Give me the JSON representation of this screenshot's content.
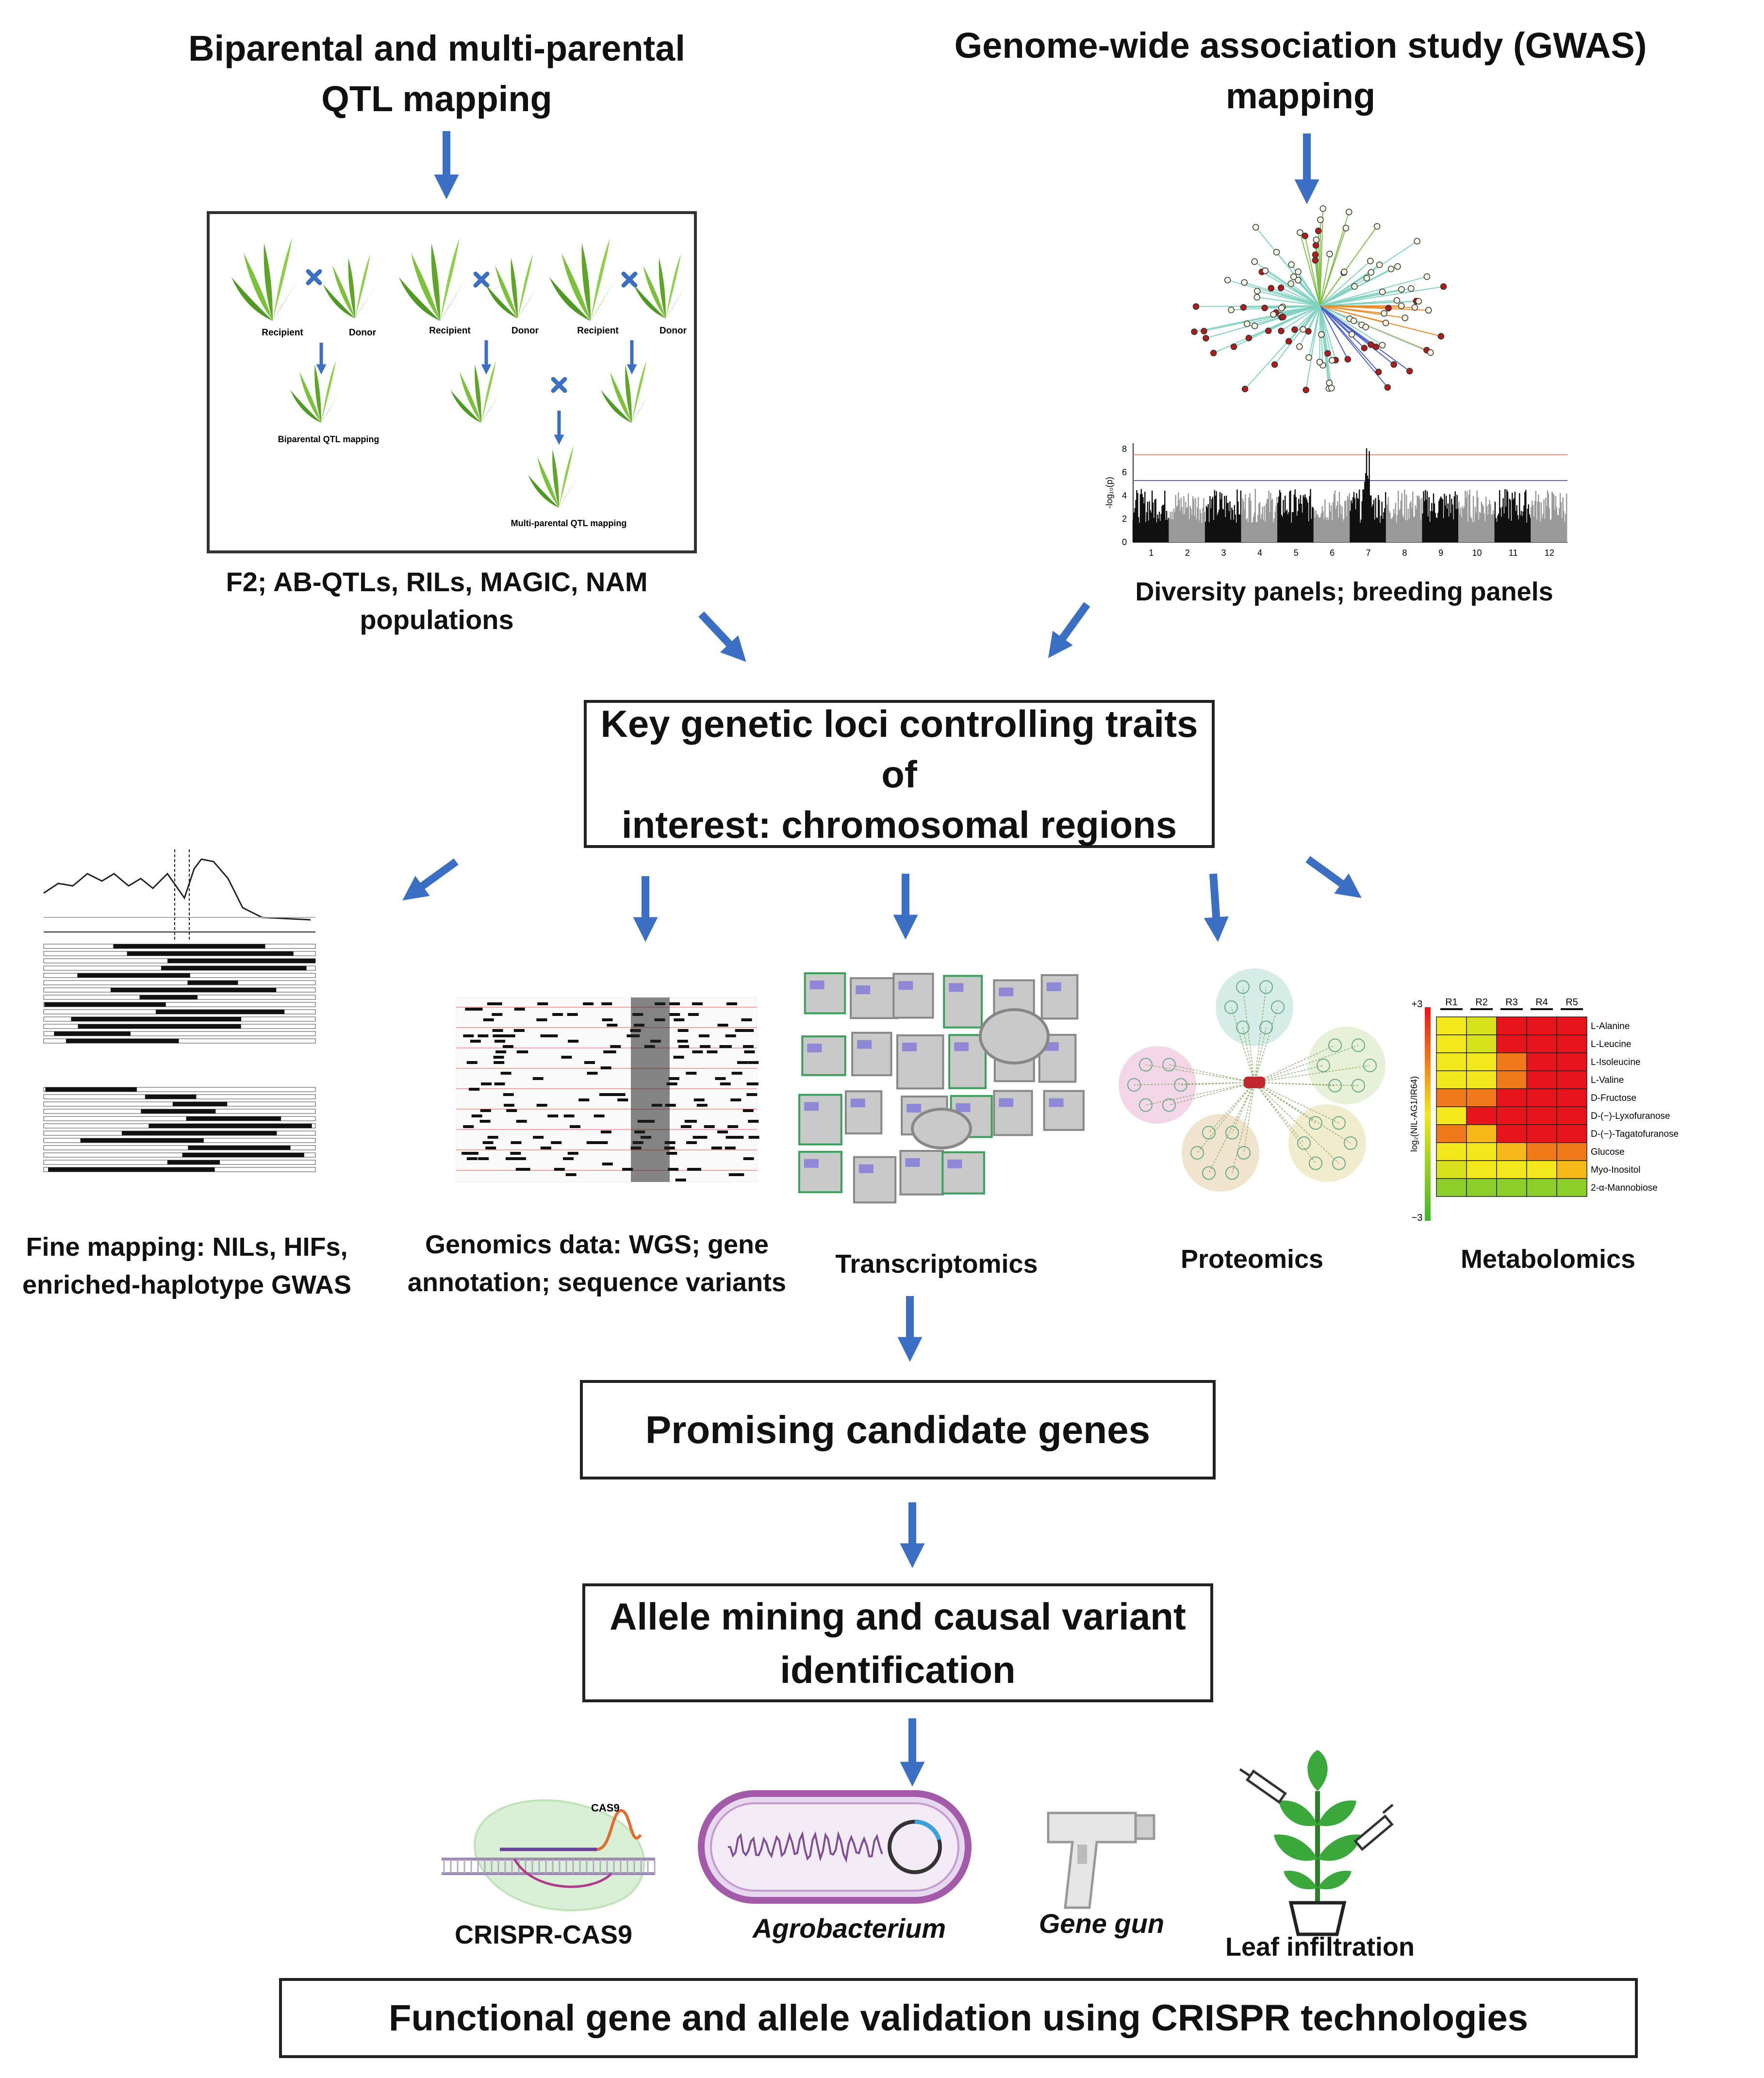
{
  "headers": {
    "qtl_line1": "Biparental and multi-parental",
    "qtl_line2": "QTL mapping",
    "gwas_line1": "Genome-wide association study (GWAS)",
    "gwas_line2": "mapping"
  },
  "qtl_panel": {
    "recipient": "Recipient",
    "donor": "Donor",
    "biparental_caption": "Biparental QTL mapping",
    "multiparental_caption": "Multi-parental QTL mapping"
  },
  "qtl_populations_line1": "F2; AB-QTLs, RILs, MAGIC, NAM",
  "qtl_populations_line2": "populations",
  "gwas_panels_label": "Diversity panels; breeding panels",
  "manhattan": {
    "y_ticks": [
      "0",
      "2",
      "4",
      "6",
      "8"
    ],
    "x_ticks": [
      "1",
      "2",
      "3",
      "4",
      "5",
      "6",
      "7",
      "8",
      "9",
      "10",
      "11",
      "12"
    ]
  },
  "key_loci_box": {
    "line1": "Key genetic loci controlling traits of",
    "line2": "interest: chromosomal regions"
  },
  "omics": {
    "fine_mapping_line1": "Fine mapping: NILs, HIFs,",
    "fine_mapping_line2": "enriched-haplotype GWAS",
    "genomics_line1": "Genomics data: WGS; gene",
    "genomics_line2": "annotation; sequence variants",
    "transcriptomics": "Transcriptomics",
    "proteomics": "Proteomics",
    "metabolomics": "Metabolomics"
  },
  "heatmap": {
    "columns": [
      "R1",
      "R2",
      "R3",
      "R4",
      "R5"
    ],
    "rows": [
      "L-Alanine",
      "L-Leucine",
      "L-Isoleucine",
      "L-Valine",
      "D-Fructose",
      "D-(−)-Lyxofuranose",
      "D-(−)-Tagatofuranose",
      "Glucose",
      "Myo-Inositol",
      "2-α-Mannobiose"
    ],
    "scale_max": "+3",
    "scale_min": "−3",
    "axis_label": "log₂(NIL-AG1/IR64)"
  },
  "candidate_genes_box": "Promising candidate genes",
  "allele_mining_box": {
    "line1": "Allele mining and causal variant",
    "line2": "identification"
  },
  "tools": {
    "crispr": "CRISPR-CAS9",
    "agrobacterium": "Agrobacterium",
    "gene_gun": "Gene gun",
    "leaf_infiltration": "Leaf infiltration",
    "cas9_label": "CAS9"
  },
  "validation_box": "Functional gene and allele validation using CRISPR technologies",
  "colors": {
    "arrow": "#3a6fc4",
    "plant": "#7cc13a",
    "heat_red": "#e8141b",
    "heat_yellow": "#f2e81b",
    "heat_green": "#3fb52c"
  }
}
